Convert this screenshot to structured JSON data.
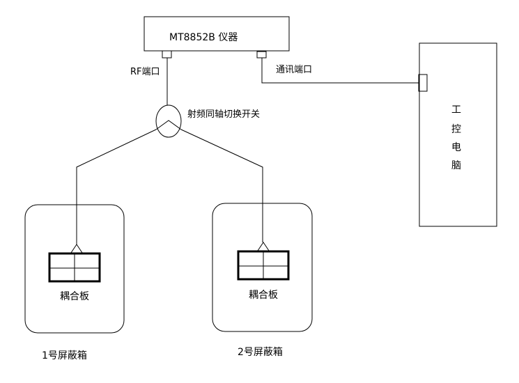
{
  "instrument": {
    "label": "MT8852B 仪器"
  },
  "ports": {
    "rf": "RF端口",
    "comm": "通讯端口"
  },
  "switch": {
    "label": "射频同轴切换开关"
  },
  "pc": {
    "chars": [
      "工",
      "控",
      "电",
      "脑"
    ]
  },
  "boxes": [
    {
      "board_label": "耦合板",
      "box_label": "1号屏蔽箱"
    },
    {
      "board_label": "耦合板",
      "box_label": "2号屏蔽箱"
    }
  ]
}
